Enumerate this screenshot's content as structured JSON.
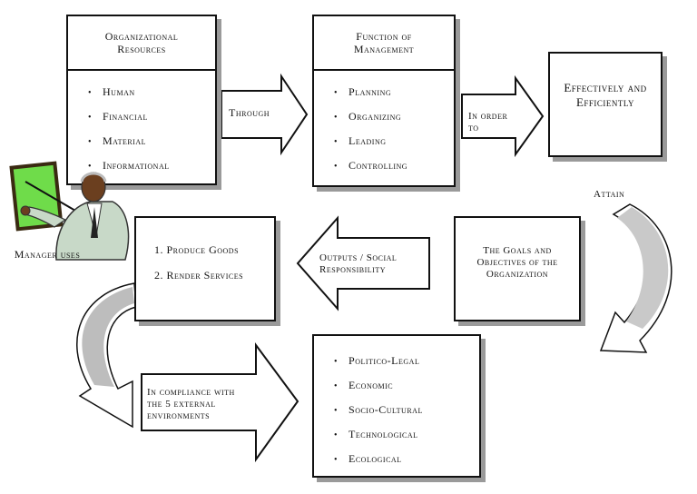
{
  "resources": {
    "title": "Organizational Resources",
    "items": [
      "Human",
      "Financial",
      "Material",
      "Informational"
    ]
  },
  "functions": {
    "title": "Function of Management",
    "items": [
      "Planning",
      "Organizing",
      "Leading",
      "Controlling"
    ]
  },
  "goal_box": "Effectively and Efficiently",
  "objectives_box": "The Goals and Objectives of the Organization",
  "produce_box": [
    "1. Produce Goods",
    "2. Render Services"
  ],
  "environment": {
    "items": [
      "Politico-Legal",
      "Economic",
      "Socio-Cultural",
      "Technological",
      "Ecological"
    ]
  },
  "arrows": {
    "through": "Through",
    "in_order_to": "In order to",
    "attain": "Attain",
    "outputs": "Outputs / Social Responsibility",
    "compliance": "In compliance with the 5 external environments"
  },
  "manager_label": "Manager uses",
  "colors": {
    "board": "#6fdc4a",
    "suit": "#c8d9c8",
    "shadow": "#9a9a9a"
  }
}
